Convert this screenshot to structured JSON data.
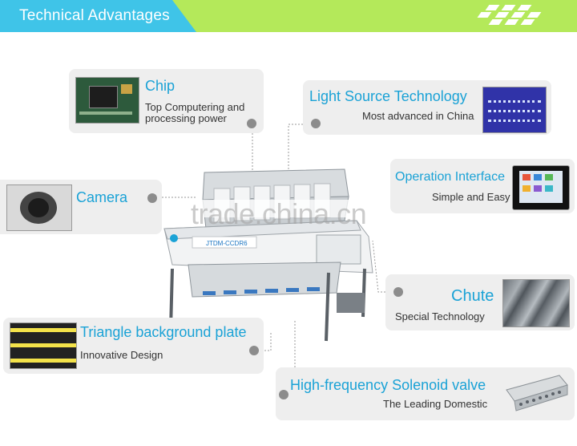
{
  "header": {
    "title": "Technical Advantages"
  },
  "chip": {
    "title": "Chip",
    "sub1": "Top Computering and",
    "sub2": "processing power"
  },
  "light": {
    "title": "Light Source Technology",
    "sub": "Most advanced in China"
  },
  "operation": {
    "title": "Operation Interface",
    "sub": "Simple and Easy"
  },
  "camera": {
    "title": "Camera"
  },
  "chute": {
    "title": "Chute",
    "sub": "Special  Technology"
  },
  "triangle": {
    "title": "Triangle background plate",
    "sub": "Innovative Design"
  },
  "solenoid": {
    "title": "High-frequency Solenoid valve",
    "sub": "The Leading Domestic"
  },
  "machine": {
    "model": "JTDM-CCDR6"
  },
  "watermark": {
    "text": "trade.china.cn"
  },
  "colors": {
    "header_blue": "#3fc4e8",
    "header_green": "#b4e95a",
    "title_blue": "#1aa2d6",
    "card_bg": "#eeeeee"
  }
}
